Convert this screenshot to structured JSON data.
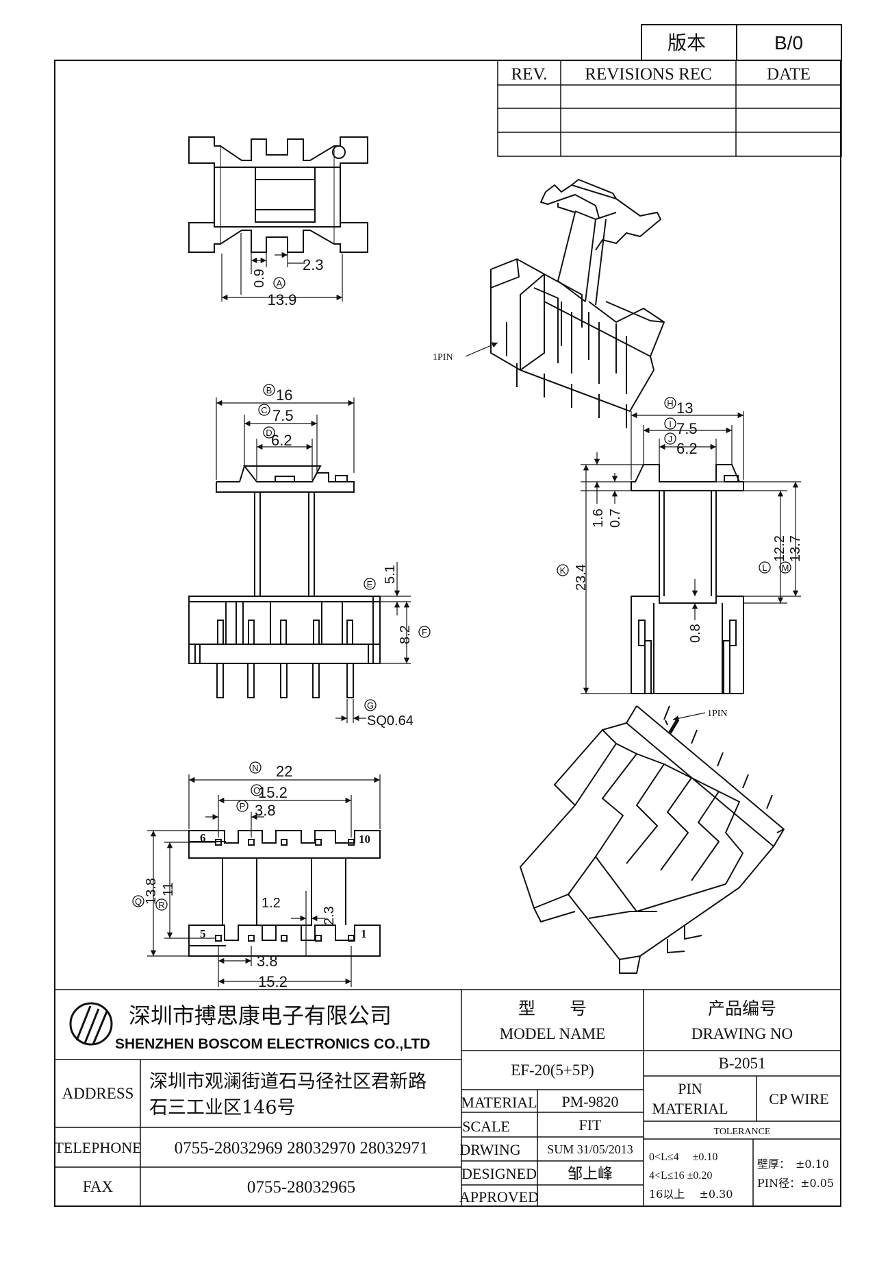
{
  "version_box": {
    "label": "版本",
    "value": "B/0"
  },
  "revisions": {
    "rev": "REV.",
    "rec": "REVISIONS REC",
    "date": "DATE"
  },
  "company": {
    "name_cn": "深圳市搏思康电子有限公司",
    "name_en": "SHENZHEN BOSCOM ELECTRONICS CO.,LTD"
  },
  "contact": {
    "address_label": "ADDRESS",
    "address_line1": "深圳市观澜街道石马径社区君新路",
    "address_line2": "石三工业区146号",
    "telephone_label": "TELEPHONE",
    "telephone": "0755-28032969 28032970 28032971",
    "fax_label": "FAX",
    "fax": "0755-28032965"
  },
  "model": {
    "label_cn": "型　　号",
    "label_en": "MODEL NAME",
    "value": "EF-20(5+5P)"
  },
  "drawing_no": {
    "label_cn": "产品编号",
    "label_en": "DRAWING NO",
    "value": "B-2051"
  },
  "specs": {
    "material_label": "MATERIAL",
    "material": "PM-9820",
    "scale_label": "SCALE",
    "scale": "FIT",
    "drwing_label": "DRWING",
    "drwing": "SUM 31/05/2013",
    "designed_label": "DESIGNED",
    "designed": "邹上峰",
    "approved_label": "APPROVED",
    "pin_material_label_1": "PIN",
    "pin_material_label_2": "MATERIAL",
    "pin_material": "CP WIRE"
  },
  "tolerance": {
    "title": "TOLERANCE",
    "row1": "0<L≤4　 ±0.10",
    "row2": "4<L≤16 ±0.20",
    "row3": "16以上　 ±0.30",
    "wall": "壁厚：　±0.10",
    "pin": "PIN径：±0.05"
  },
  "dimensions": {
    "top_view": {
      "d1": "0.9",
      "d2": "2.3",
      "tag_a": "A",
      "d_a": "13.9"
    },
    "front_view": {
      "tag_b": "B",
      "b": "16",
      "tag_c": "C",
      "c": "7.5",
      "tag_d": "D",
      "d": "6.2",
      "tag_e": "E",
      "e": "5.1",
      "tag_f": "F",
      "f": "8.2",
      "tag_g": "G",
      "g": "SQ0.64"
    },
    "side_view": {
      "tag_h": "H",
      "h": "13",
      "tag_i": "I",
      "i": "7.5",
      "tag_j": "J",
      "j": "6.2",
      "d16": "1.6",
      "d07": "0.7",
      "tag_k": "K",
      "k": "23.4",
      "d08": "0.8",
      "tag_l": "L",
      "l": "12.2",
      "tag_m": "M",
      "m": "13.7"
    },
    "bottom_view": {
      "tag_n": "N",
      "n": "22",
      "tag_o": "O",
      "o": "15.2",
      "tag_p": "P",
      "p": "3.8",
      "tag_q": "Q",
      "q": "13.8",
      "tag_r": "R",
      "r": "11",
      "d12": "1.2",
      "d23": "2.3",
      "p2": "3.8",
      "o2": "15.2",
      "pin6": "6",
      "pin10": "10",
      "pin5": "5",
      "pin1": "1"
    }
  },
  "pin_label": "1PIN"
}
